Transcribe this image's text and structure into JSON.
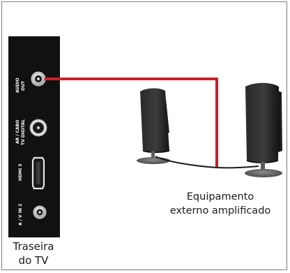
{
  "panel": {
    "port_labels": {
      "audio_out": [
        "AUDIO",
        "OUT"
      ],
      "antenna": [
        "AR / CABO",
        "TV DIGITAL"
      ],
      "hdmi": "HDMI 3",
      "av_in": "A / V IN 2"
    }
  },
  "captions": {
    "tv_line1": "Traseira",
    "tv_line2": "do TV",
    "equipment_line1": "Equipamento",
    "equipment_line2": "externo amplificado"
  },
  "colors": {
    "panel": "#111111",
    "audio_cable": "#c8202a",
    "speaker_wire": "#1a1a1a",
    "frame": "#7a7a7a"
  },
  "icons": {
    "audio_port": "rca-jack-icon",
    "antenna_port": "coax-connector-icon",
    "hdmi_port": "hdmi-port-icon",
    "av_port": "rca-jack-icon",
    "speakers": "speaker-icon"
  }
}
